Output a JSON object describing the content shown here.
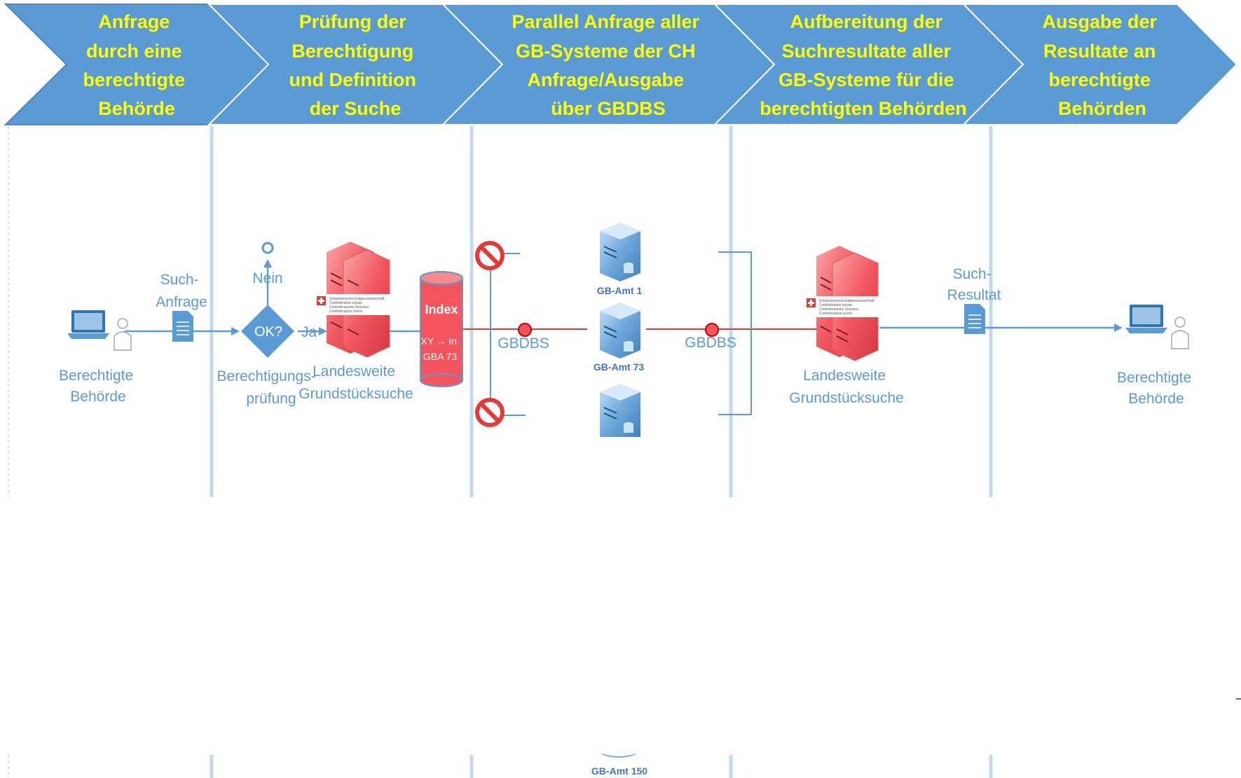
{
  "colors": {
    "accent": "#5B9BD5",
    "header_text": "#FFFF00",
    "server_red": "#F4545B",
    "line_red": "#E53935"
  },
  "headers": [
    {
      "lines": [
        "Anfrage",
        "durch eine",
        "berechtigte",
        "Behörde"
      ]
    },
    {
      "lines": [
        "Prüfung der",
        "Berechtigung",
        "und Definition",
        "der Suche"
      ]
    },
    {
      "lines": [
        "Parallel Anfrage aller",
        "GB-Systeme der CH",
        "Anfrage/Ausgabe",
        "über GBDBS"
      ]
    },
    {
      "lines": [
        "Aufbereitung der",
        "Suchresultate aller",
        "GB-Systeme für die",
        "berechtigten Behörden"
      ]
    },
    {
      "lines": [
        "Ausgabe der",
        "Resultate an",
        "berechtigte",
        "Behörden"
      ]
    }
  ],
  "labels": {
    "user_left": [
      "Berechtigte",
      "Behörde"
    ],
    "request": [
      "Such-",
      "Anfrage"
    ],
    "nein": "Nein",
    "ok": "OK?",
    "ja": "Ja",
    "check": [
      "Berechtigungs-",
      "prüfung"
    ],
    "server1": [
      "Landesweite",
      "Grundstücksuche"
    ],
    "index_title": "Index",
    "index_body": [
      "XY → in",
      "GBA 73"
    ],
    "gbdbs_left": "GBDBS",
    "gbdbs_right": "GBDBS",
    "amt1": "GB-Amt 1",
    "amt73": "GB-Amt 73",
    "amt150": "GB-Amt 150",
    "server2": [
      "Landesweite",
      "Grundstücksuche"
    ],
    "result": [
      "Such-",
      "Resultat"
    ],
    "user_right": [
      "Berechtigte",
      "Behörde"
    ]
  },
  "confederation": [
    "Schweizerische Eidgenossenschaft",
    "Confédération suisse",
    "Confederazione Svizzera",
    "Confederaziun svizra"
  ]
}
